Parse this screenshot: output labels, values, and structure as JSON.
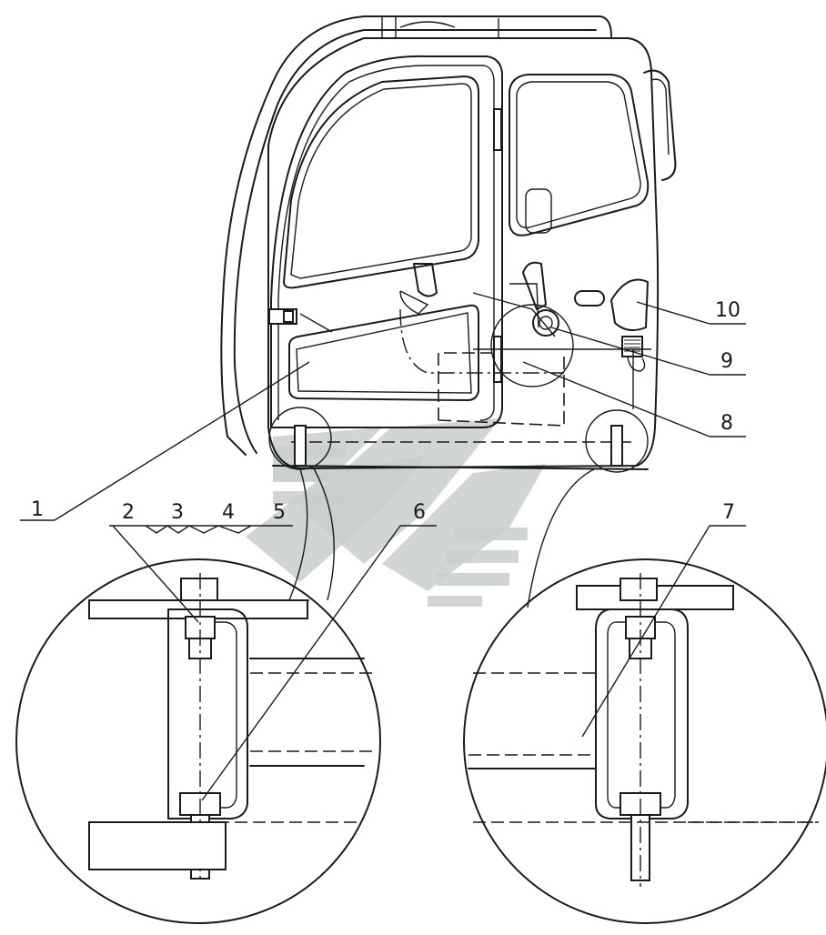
{
  "callouts": {
    "c1": "1",
    "c2": "2",
    "c3": "3",
    "c4": "4",
    "c5": "5",
    "c6": "6",
    "c7": "7",
    "c8": "8",
    "c9": "9",
    "c10": "10"
  },
  "colors": {
    "line": "#1a1a1a",
    "background": "#ffffff",
    "watermark": "#c9cfca"
  }
}
